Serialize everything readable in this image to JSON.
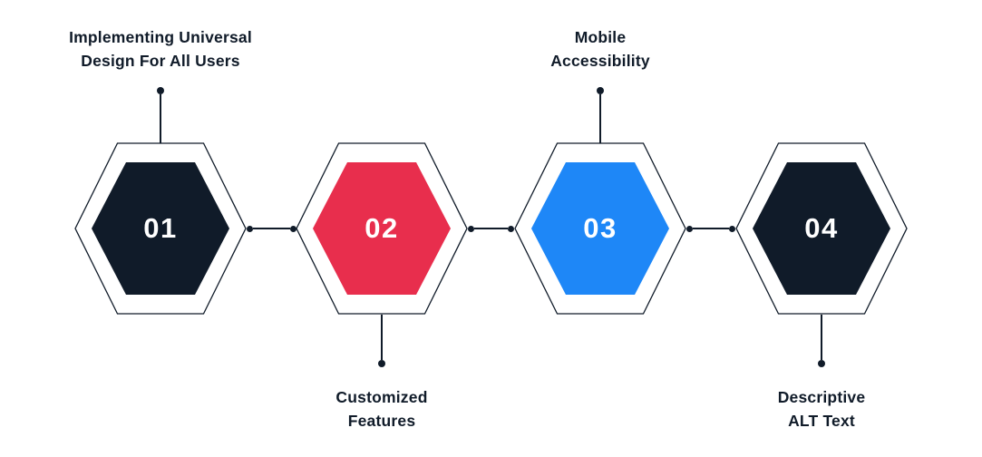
{
  "colors": {
    "dark": "#101b29",
    "red": "#e82e4d",
    "blue": "#1e87f7",
    "outline": "#101b29",
    "line": "#101b29",
    "text": "#101b29",
    "number_text": "#ffffff",
    "background": "#ffffff"
  },
  "steps": [
    {
      "number": "01",
      "label_lines": [
        "Implementing Universal",
        "Design For All Users"
      ],
      "label_position": "top",
      "color": "#101b29"
    },
    {
      "number": "02",
      "label_lines": [
        "Customized",
        "Features"
      ],
      "label_position": "bottom",
      "color": "#e82e4d"
    },
    {
      "number": "03",
      "label_lines": [
        "Mobile",
        "Accessibility"
      ],
      "label_position": "top",
      "color": "#1e87f7"
    },
    {
      "number": "04",
      "label_lines": [
        "Descriptive",
        "ALT Text"
      ],
      "label_position": "bottom",
      "color": "#101b29"
    }
  ]
}
